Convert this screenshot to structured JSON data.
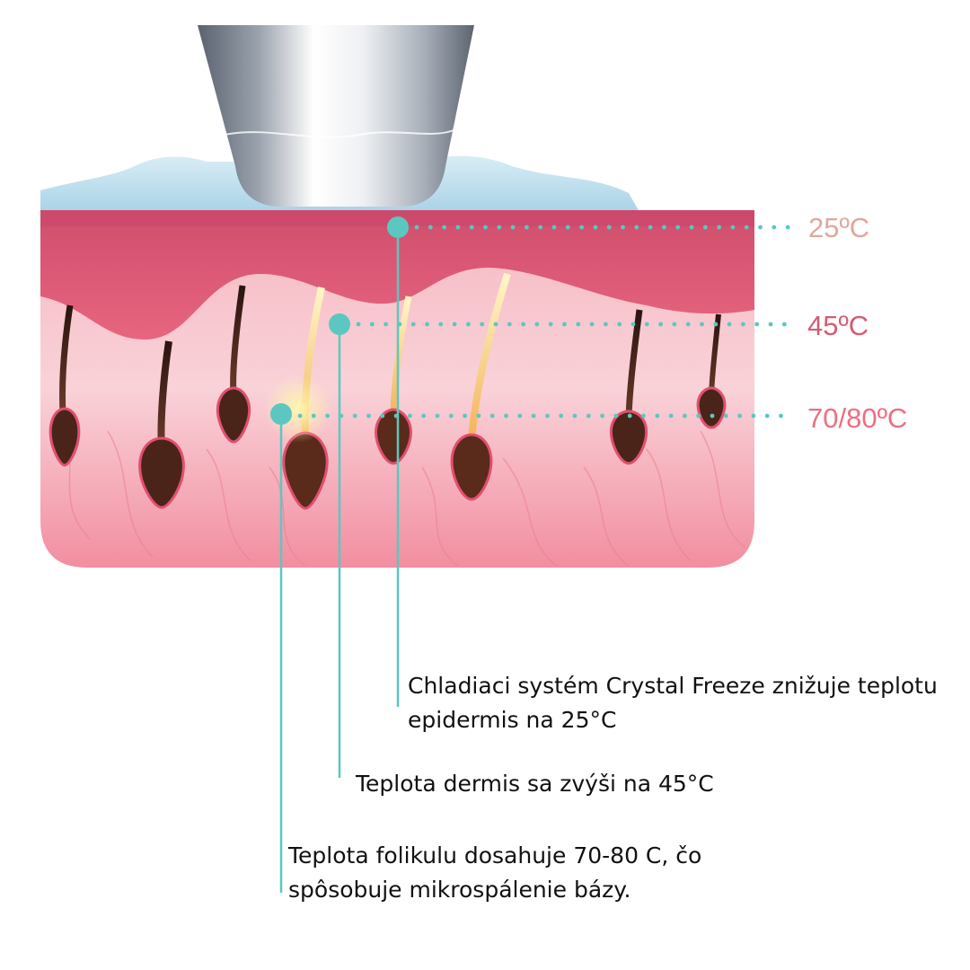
{
  "colors": {
    "marker": "#5cc7c0",
    "temp_epidermis": "#e0a79b",
    "temp_dermis": "#d45c74",
    "temp_follicle": "#ec6f83",
    "skin_top": "#d95473",
    "skin_body": "#f6c3cb",
    "gel": "#c6e4f1"
  },
  "levels": [
    {
      "key": "epidermis",
      "temp": "25ºC"
    },
    {
      "key": "dermis",
      "temp": "45ºC"
    },
    {
      "key": "follicle",
      "temp": "70/80ºC"
    }
  ],
  "callouts": [
    {
      "key": "epidermis",
      "lines": [
        "Chladiaci systém Crystal Freeze znižuje teplotu",
        "epidermis na 25°C"
      ]
    },
    {
      "key": "dermis",
      "lines": [
        "Teplota dermis sa zvýši na 45°C"
      ]
    },
    {
      "key": "follicle",
      "lines": [
        "Teplota folikulu dosahuje 70-80 C, čo",
        "spôsobuje mikrospálenie bázy."
      ]
    }
  ]
}
